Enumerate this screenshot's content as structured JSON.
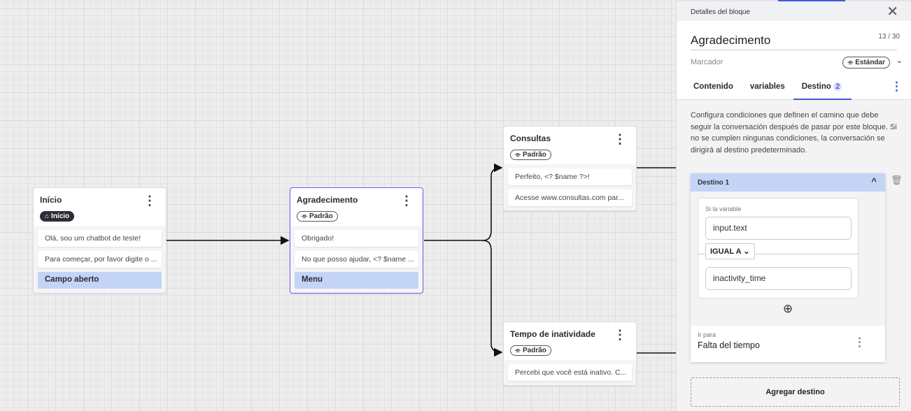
{
  "nodes": [
    {
      "title": "Início",
      "tag": "Início",
      "tag_icon": "home-icon",
      "messages": [
        "Olá, sou um chatbot de teste!",
        "Para começar, por favor digite o ..."
      ],
      "option": "Campo aberto"
    },
    {
      "title": "Agradecimento",
      "tag": "Padrão",
      "tag_icon": "tag-icon",
      "messages": [
        "Obrigado!",
        "No que posso ajudar, <? $name ..."
      ],
      "option": "Menu"
    },
    {
      "title": "Consultas",
      "tag": "Padrão",
      "tag_icon": "tag-icon",
      "messages": [
        "Perfeito, <? $name ?>!",
        "Acesse www.consultas.com par..."
      ]
    },
    {
      "title": "Tempo de inatividade",
      "tag": "Padrão",
      "tag_icon": "tag-icon",
      "messages": [
        "Percebi que você está inativo. C..."
      ]
    }
  ],
  "panel": {
    "header": "Detalles del bloque",
    "name": "Agradecimento",
    "count": "13 / 30",
    "marker_label": "Marcador",
    "marker_value": "Estándar",
    "tabs": [
      {
        "label": "Contenido"
      },
      {
        "label": "variables"
      },
      {
        "label": "Destino",
        "badge": "2"
      }
    ],
    "description": "Configura condiciones que definen el camino que debe seguir la conversación después de pasar por este bloque. Si no se cumplen ningunas condiciones, la conversación se dirigirá al destino predeterminado.",
    "destination": {
      "title": "Destino 1",
      "condition_label": "Si la variable",
      "variable": "input.text",
      "operator": "IGUAL A",
      "value": "inactivity_time",
      "goto_label": "Ir para",
      "goto_value": "Falta del tiempo"
    },
    "add_label": "Agregar destino"
  },
  "colors": {
    "selected_border": "#6a5cf2",
    "option_fill": "#c3d4f7",
    "accent": "#3b5bdb"
  }
}
